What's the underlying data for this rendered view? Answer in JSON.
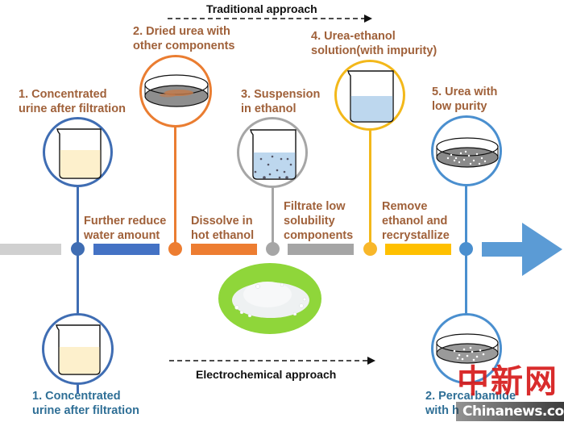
{
  "traditional": {
    "title": "Traditional approach",
    "steps": [
      {
        "label": "1. Concentrated\nurine after filtration",
        "color": "#3f6db3",
        "item": "beaker with yellow liquid"
      },
      {
        "label": "2. Dried urea with\nother components",
        "color": "#ea7d31",
        "item": "petri dish with residue"
      },
      {
        "label": "3. Suspension\nin ethanol",
        "color": "#a6a6a6",
        "item": "beaker with suspension"
      },
      {
        "label": "4. Urea-ethanol\nsolution(with impurity)",
        "color": "#f3b81a",
        "item": "beaker with blue solution"
      },
      {
        "label": "5. Urea with\nlow purity",
        "color": "#4a8fcf",
        "item": "petri dish with crystals"
      }
    ],
    "processes": [
      {
        "label": "Further reduce\nwater amount",
        "color": "#4472c4"
      },
      {
        "label": "Dissolve in\nhot ethanol",
        "color": "#ed7d31"
      },
      {
        "label": "Filtrate low\nsolubility\ncomponents",
        "color": "#a5a5a5"
      },
      {
        "label": "Remove\nethanol and\nrecrystallize",
        "color": "#ffc000"
      }
    ]
  },
  "electrochemical": {
    "title": "Electrochemical approach",
    "steps": [
      {
        "label": "1. Concentrated\nurine after filtration",
        "color": "#3f6db3"
      },
      {
        "label": "2. Percarbamide\nwith h",
        "color": "#4a8fcf"
      }
    ]
  },
  "colors": {
    "text_brown": "#a0613a",
    "text_teal": "#2f6f96",
    "arrow_blue": "#5b9bd5",
    "start_bar_gray": "#d0d0d0",
    "center_green": "#8fd63a",
    "yellow_liquid": "#fdf0cc",
    "blue_liquid": "#bdd7ee"
  },
  "watermark": {
    "cn": "中新网",
    "en": "Chinanews.com"
  }
}
